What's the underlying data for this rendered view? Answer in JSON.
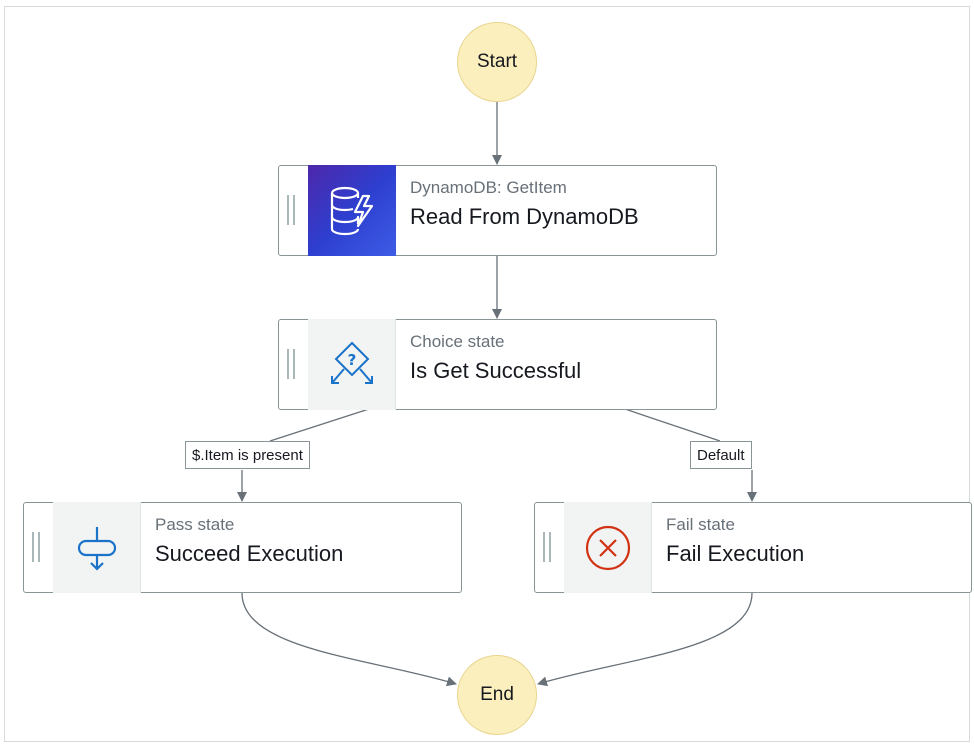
{
  "start": {
    "label": "Start"
  },
  "end": {
    "label": "End"
  },
  "nodes": {
    "read_dynamodb": {
      "type": "DynamoDB: GetItem",
      "name": "Read From DynamoDB",
      "icon": "dynamodb-icon"
    },
    "choice": {
      "type": "Choice state",
      "name": "Is Get Successful",
      "icon": "choice-icon"
    },
    "pass": {
      "type": "Pass state",
      "name": "Succeed Execution",
      "icon": "pass-icon"
    },
    "fail": {
      "type": "Fail state",
      "name": "Fail Execution",
      "icon": "fail-icon"
    }
  },
  "edges": {
    "item_present": {
      "label": "$.Item is present"
    },
    "default": {
      "label": "Default"
    }
  },
  "colors": {
    "terminal_fill": "#fbf0bd",
    "dynamo_gradient": [
      "#4d27aa",
      "#3d5ce6"
    ],
    "choice_icon": "#1a73c8",
    "pass_icon": "#1a73c8",
    "fail_icon": "#d13212",
    "edge": "#687078"
  }
}
